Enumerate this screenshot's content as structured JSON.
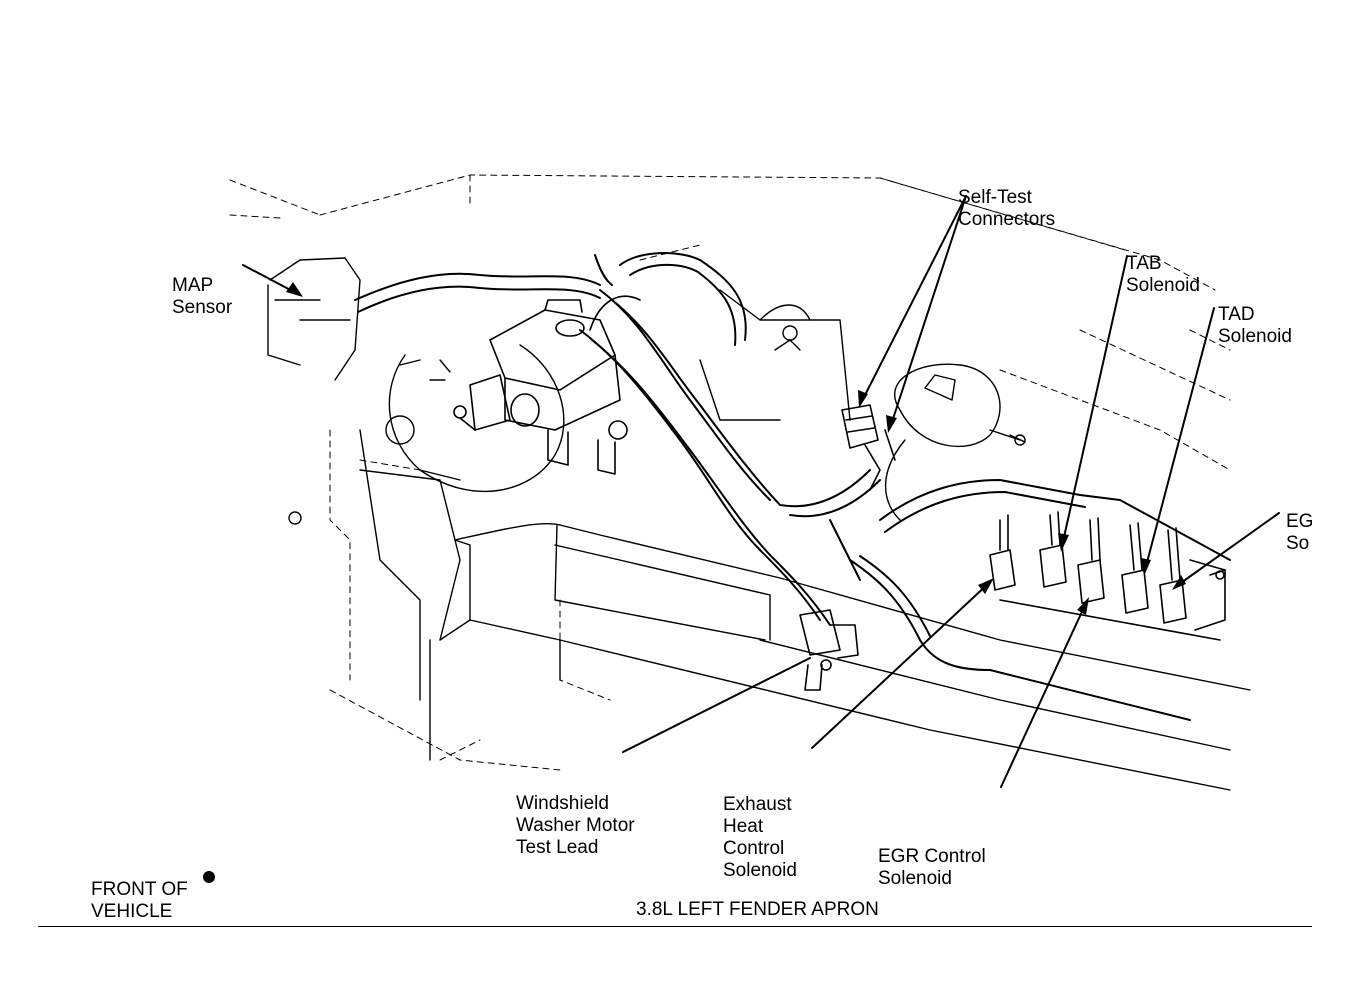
{
  "labels": {
    "map_sensor": [
      "MAP",
      "Sensor"
    ],
    "self_test": [
      "Self-Test",
      "Connectors"
    ],
    "tab": [
      "TAB",
      "Solenoid"
    ],
    "tad": [
      "TAD",
      "Solenoid"
    ],
    "egr_cut": [
      "EG",
      "So"
    ],
    "washer": [
      "Windshield",
      "Washer Motor",
      "Test Lead"
    ],
    "exhaust": [
      "Exhaust",
      "Heat",
      "Control",
      "Solenoid"
    ],
    "egr_control": [
      "EGR Control",
      "Solenoid"
    ],
    "front": [
      "FRONT OF",
      "VEHICLE"
    ]
  },
  "caption": "3.8L LEFT FENDER APRON",
  "colors": {
    "ink": "#000000",
    "paper": "#ffffff"
  }
}
